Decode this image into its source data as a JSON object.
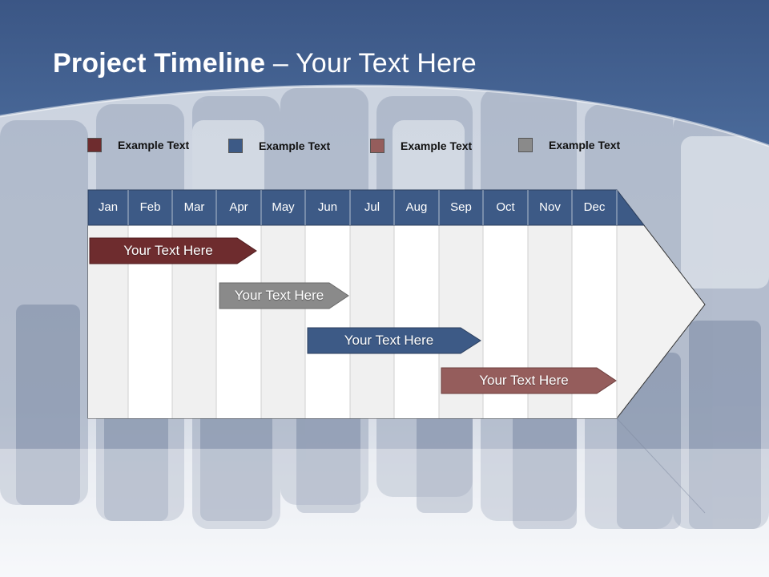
{
  "slide": {
    "title_bold": "Project Timeline",
    "title_rest": " – Your Text Here"
  },
  "legend": [
    {
      "label": "Example Text",
      "color": "#6e2c2e"
    },
    {
      "label": "Example Text",
      "color": "#3d5a86"
    },
    {
      "label": "Example Text",
      "color": "#955d5c"
    },
    {
      "label": "Example Text",
      "color": "#8a8a8a"
    }
  ],
  "timeline": {
    "months": [
      "Jan",
      "Feb",
      "Mar",
      "Apr",
      "May",
      "Jun",
      "Jul",
      "Aug",
      "Sep",
      "Oct",
      "Nov",
      "Dec"
    ],
    "header_color": "#3d5a86",
    "bars": [
      {
        "label": "Your  Text Here",
        "color": "#6e2c2e"
      },
      {
        "label": "Your  Text Here",
        "color": "#8a8a8a"
      },
      {
        "label": "Your  Text Here",
        "color": "#3d5a86"
      },
      {
        "label": "Your  Text Here",
        "color": "#955d5c"
      }
    ]
  },
  "theme": {
    "header_blue": "#3f5f8f",
    "accent_blue": "#3d5a86"
  }
}
